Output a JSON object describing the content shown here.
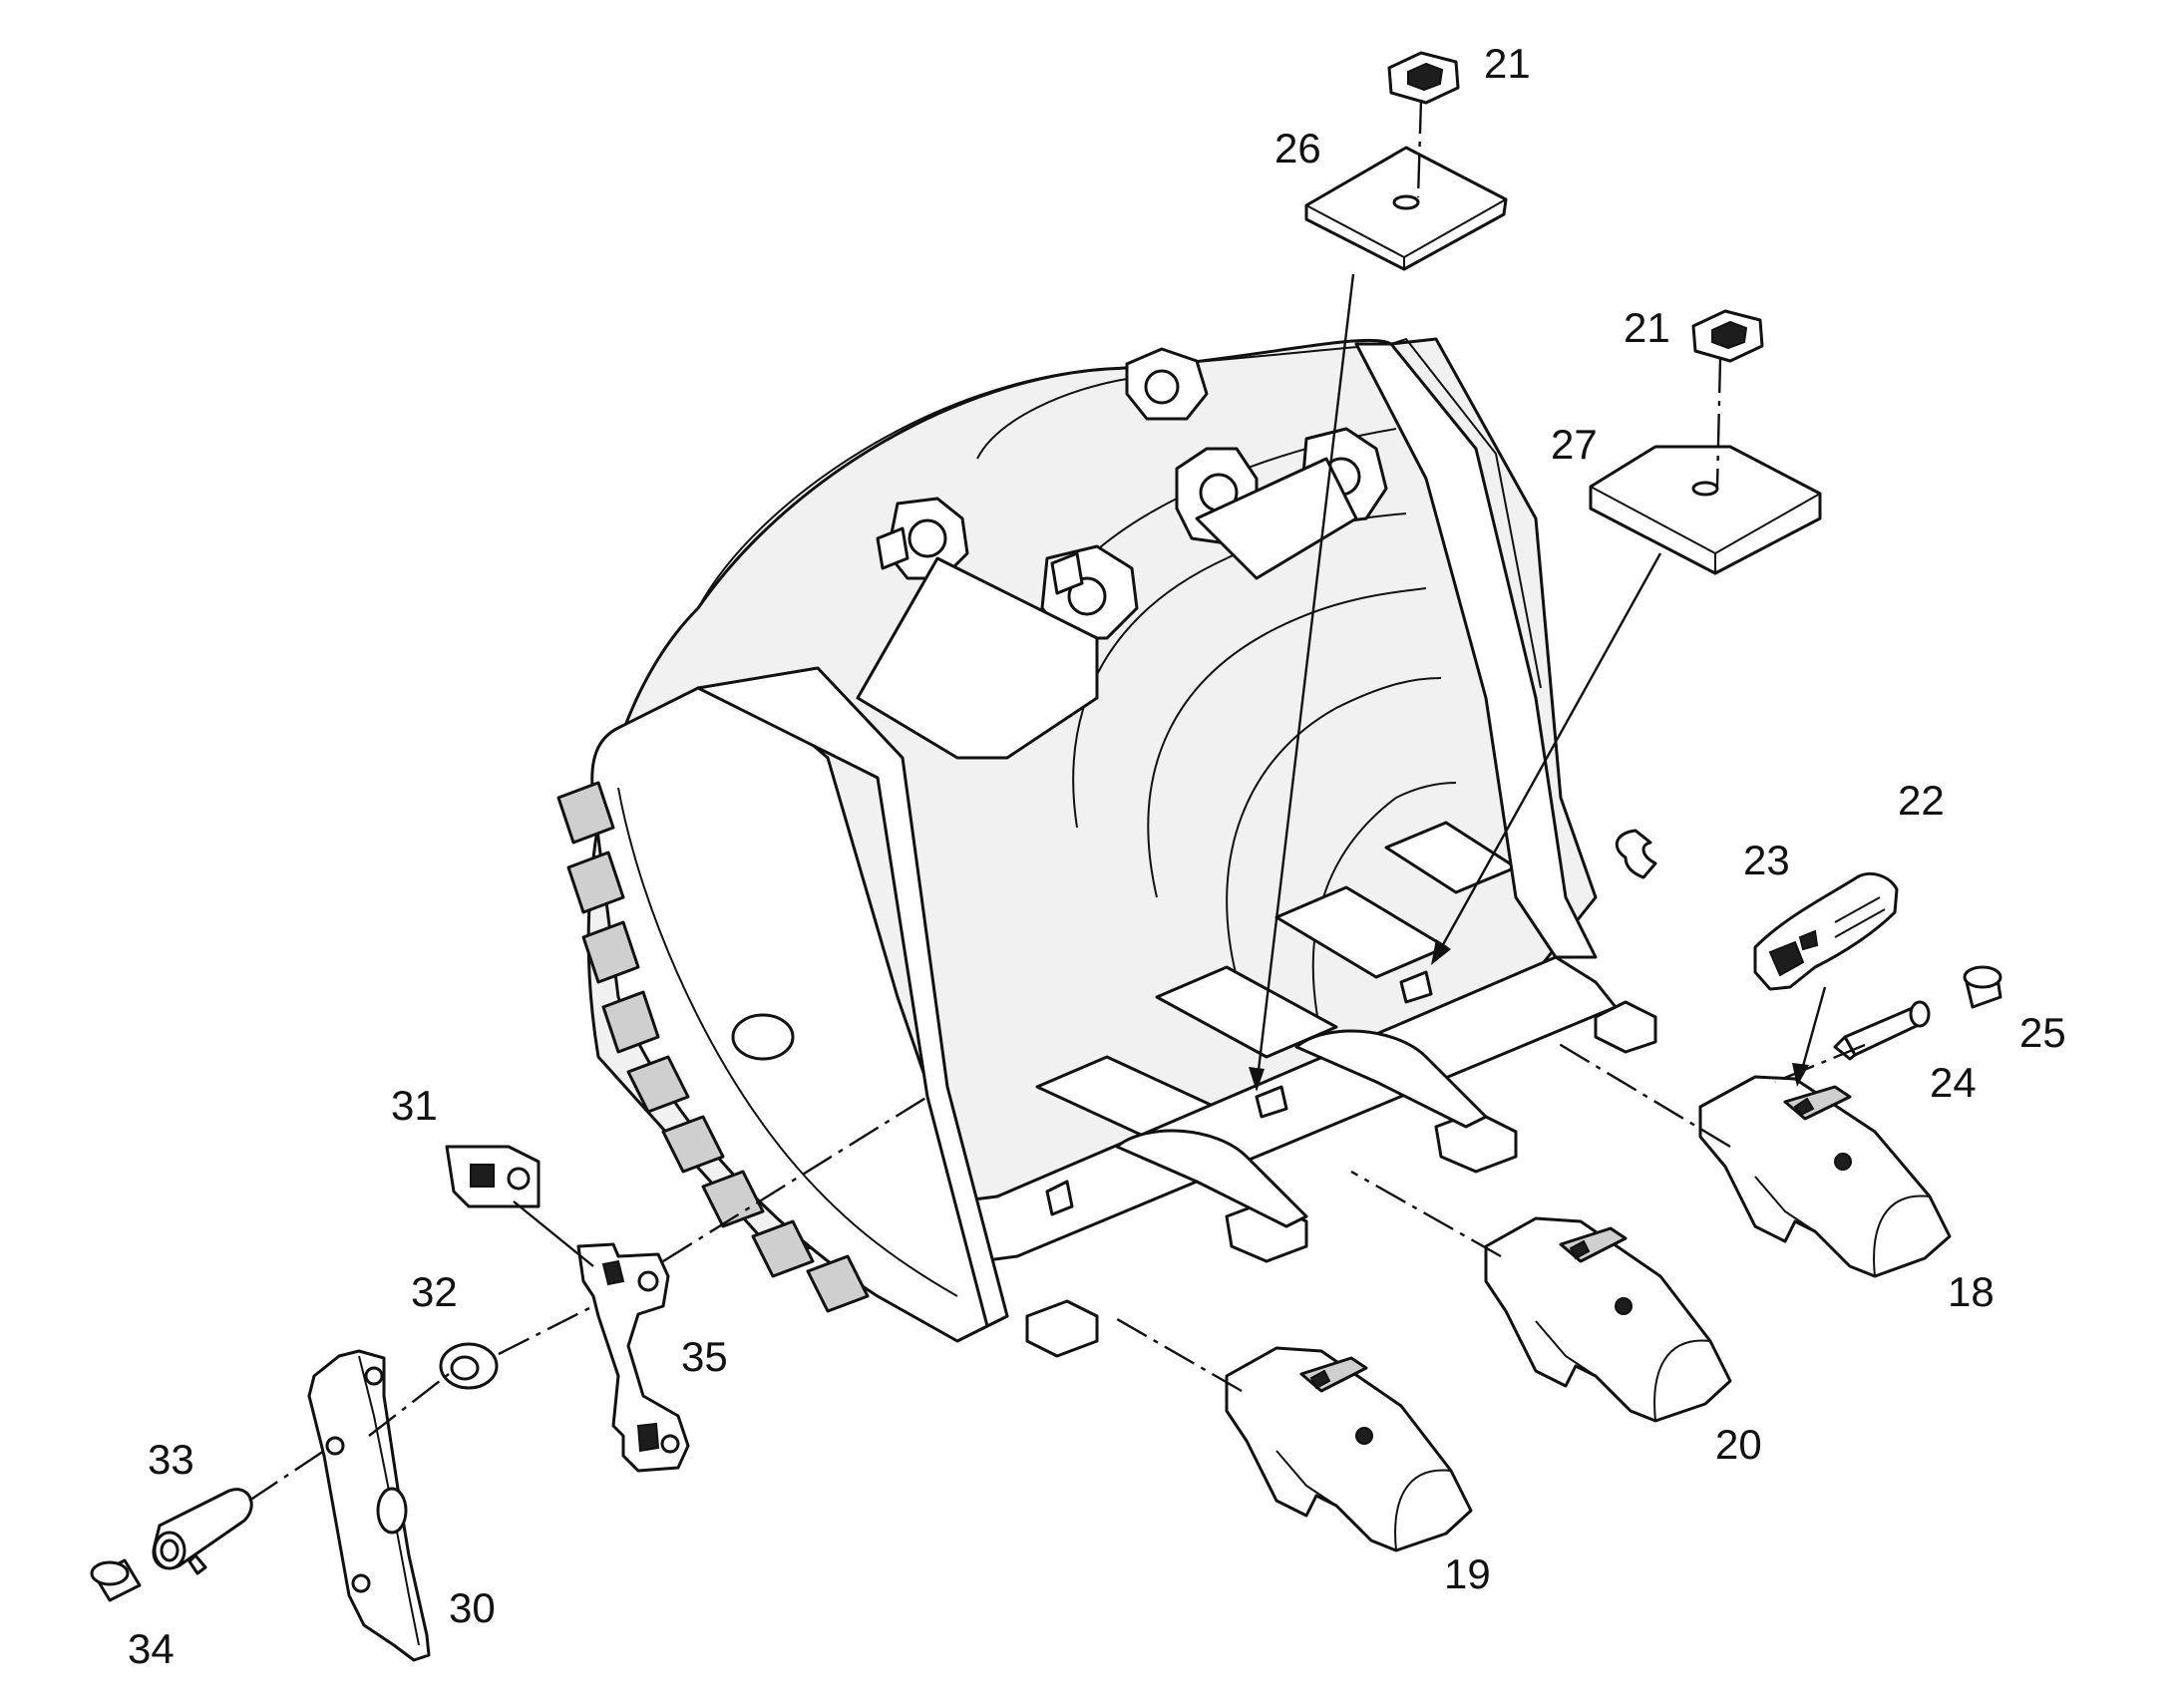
{
  "labels": {
    "p18": "18",
    "p19": "19",
    "p20": "20",
    "p21a": "21",
    "p21b": "21",
    "p22": "22",
    "p23": "23",
    "p24": "24",
    "p25": "25",
    "p26": "26",
    "p27": "27",
    "p30": "30",
    "p31": "31",
    "p32": "32",
    "p33": "33",
    "p34": "34",
    "p35": "35"
  }
}
